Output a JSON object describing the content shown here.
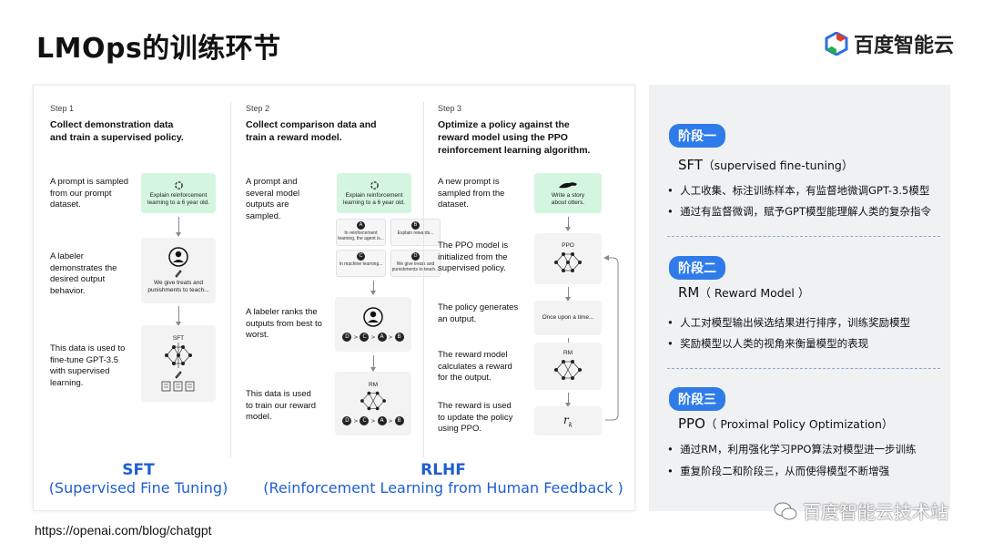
{
  "title": "LMOps的训练环节",
  "logo": {
    "text": "百度智能云"
  },
  "steps": [
    {
      "num": "Step 1",
      "head": "Collect demonstration data and train a supervised policy.",
      "descs": [
        "A prompt is sampled from our prompt dataset.",
        "A labeler demonstrates the desired output behavior.",
        "This data is used to fine-tune GPT-3.5 with supervised learning."
      ],
      "card_prompt": "Explain reinforcement learning to a 6 year old.",
      "card_demo": "We give treats and punishments to teach...",
      "card_model": "SFT"
    },
    {
      "num": "Step 2",
      "head": "Collect comparison data and train a reward model.",
      "descs": [
        "A prompt and several model outputs are sampled.",
        "A labeler ranks the outputs from best to worst.",
        "This data is used to train our reward model."
      ],
      "card_prompt": "Explain reinforcement learning to a 6 year old.",
      "outputs": [
        {
          "letter": "A",
          "text": "In reinforcement learning, the agent is..."
        },
        {
          "letter": "B",
          "text": "Explain rewards..."
        },
        {
          "letter": "C",
          "text": "In machine learning..."
        },
        {
          "letter": "D",
          "text": "We give treats and punishments to teach..."
        }
      ],
      "ranking": [
        "D",
        "C",
        "A",
        "B"
      ],
      "card_model": "RM"
    },
    {
      "num": "Step 3",
      "head": "Optimize a policy against the reward model using the PPO reinforcement learning algorithm.",
      "descs": [
        "A new prompt is sampled from the dataset.",
        "The PPO model is initialized from the supervised policy.",
        "The policy generates an output.",
        "The reward model calculates a reward for the output.",
        "The reward is used to update the policy using PPO."
      ],
      "card_prompt": "Write a story about otters.",
      "card_ppo": "PPO",
      "card_output": "Once upon a time...",
      "card_rm": "RM",
      "card_reward": "r"
    }
  ],
  "labels": {
    "sft_main": "SFT",
    "sft_sub": "(Supervised Fine Tuning)",
    "rlhf_main": "RLHF",
    "rlhf_sub": "(Reinforcement Learning from Human Feedback )"
  },
  "stages": [
    {
      "badge": "阶段一",
      "name": "SFT",
      "sub": "（supervised fine-tuning）",
      "bullets": [
        "人工收集、标注训练样本，有监督地微调GPT-3.5模型",
        "通过有监督微调，赋予GPT模型能理解人类的复杂指令"
      ]
    },
    {
      "badge": "阶段二",
      "name": "RM",
      "sub": "（ Reward Model ）",
      "bullets": [
        "人工对模型输出候选结果进行排序，训练奖励模型",
        "奖励模型以人类的视角来衡量模型的表现"
      ]
    },
    {
      "badge": "阶段三",
      "name": "PPO",
      "sub": "（ Proximal Policy Optimization）",
      "bullets": [
        "通过RM，利用强化学习PPO算法对模型进一步训练",
        "重复阶段二和阶段三，从而使得模型不断增强"
      ]
    }
  ],
  "footer_url": "https://openai.com/blog/chatgpt",
  "watermark": "百度智能云技术站",
  "colors": {
    "accent": "#2f7bea",
    "label_blue": "#1f5fd1",
    "green_card": "#d4f5df"
  }
}
